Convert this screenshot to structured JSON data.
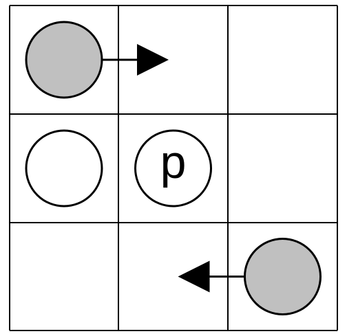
{
  "grid": {
    "rows": 3,
    "cols": 3
  },
  "colors": {
    "background": "#ffffff",
    "line": "#000000",
    "filled_token": "#c0c0c0",
    "empty_token": "#ffffff"
  },
  "tokens": [
    {
      "row": 0,
      "col": 0,
      "style": "filled",
      "label": ""
    },
    {
      "row": 1,
      "col": 0,
      "style": "empty",
      "label": ""
    },
    {
      "row": 1,
      "col": 1,
      "style": "empty",
      "label": "p"
    },
    {
      "row": 2,
      "col": 2,
      "style": "filled",
      "label": ""
    }
  ],
  "moves": [
    {
      "row": 0,
      "from_col": 0,
      "direction": "right"
    },
    {
      "row": 2,
      "from_col": 2,
      "direction": "left"
    }
  ]
}
